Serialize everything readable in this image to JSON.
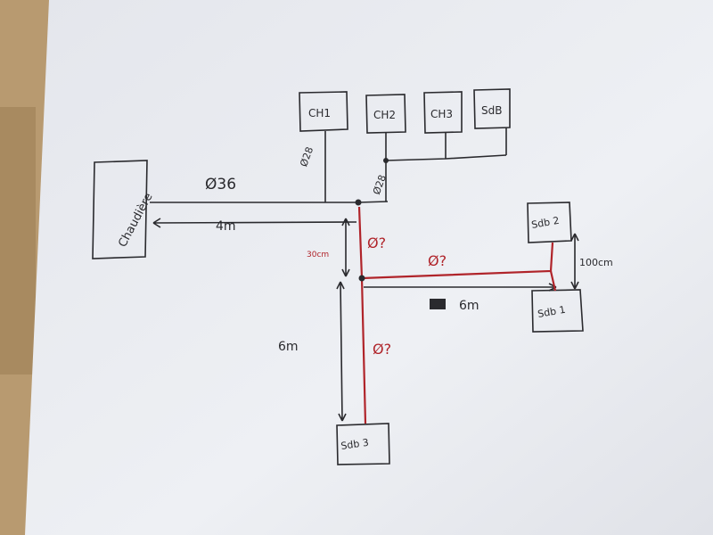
{
  "rooms": {
    "boiler": "Chaudière",
    "ch1": "CH1",
    "ch2": "CH2",
    "ch3": "CH3",
    "sdb": "SdB",
    "bath2": "Sdb 2",
    "bath1": "Sdb 1",
    "bath3": "Sdb 3"
  },
  "pipes": {
    "main_diameter": "Ø36",
    "ch1_diameter": "Ø28",
    "ch2_diameter": "Ø28",
    "branch_a_diameter": "Ø?",
    "branch_b_diameter": "Ø?",
    "branch_c_diameter": "Ø?"
  },
  "dimensions": {
    "main_length": "4m",
    "drop_length": "30cm",
    "bath_spacing": "100cm",
    "horizontal_length": "6m",
    "vertical_length": "6m"
  },
  "colors": {
    "ink": "#2a2a2e",
    "red_ink": "#b0242a",
    "paper": "#eceef2",
    "wood": "#b89a70"
  }
}
